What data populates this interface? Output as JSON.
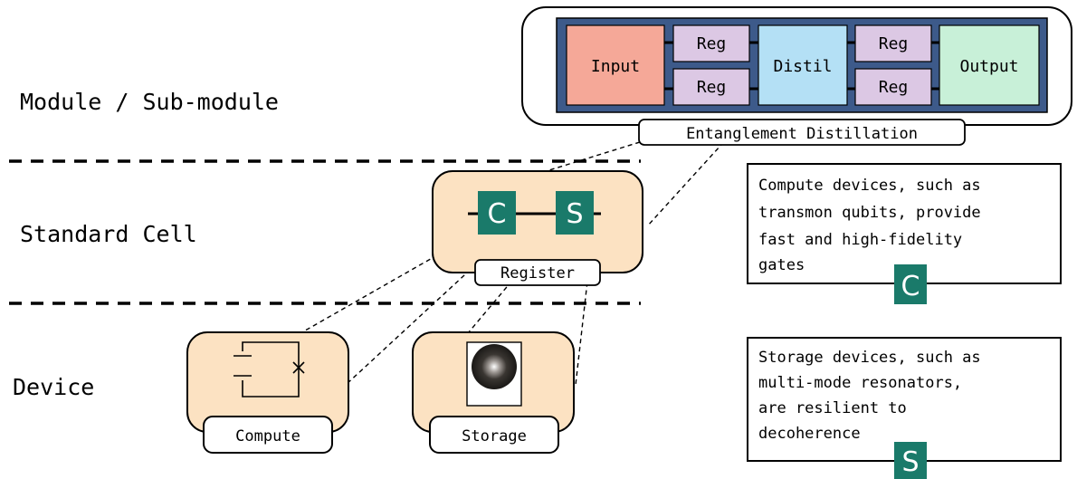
{
  "levels": {
    "module": "Module / Sub-module",
    "cell": "Standard Cell",
    "device": "Device"
  },
  "module": {
    "input": "Input",
    "reg_top_left": "Reg",
    "reg_bottom_left": "Reg",
    "distil": "Distil",
    "reg_top_right": "Reg",
    "reg_bottom_right": "Reg",
    "output": "Output",
    "caption": "Entanglement Distillation"
  },
  "cell": {
    "compute_badge": "C",
    "storage_badge": "S",
    "caption": "Register"
  },
  "devices": {
    "compute_caption": "Compute",
    "storage_caption": "Storage"
  },
  "notes": {
    "compute": {
      "lines": [
        "Compute devices, such as",
        "transmon qubits, provide",
        "fast and high-fidelity",
        "gates"
      ],
      "badge": "C"
    },
    "storage": {
      "lines": [
        "Storage devices, such as",
        "multi-mode resonators,",
        "are resilient to",
        "decoherence"
      ],
      "badge": "S"
    }
  },
  "colors": {
    "frame_blue": "#3d5a8a",
    "input_fill": "#f5a898",
    "reg_fill": "#dcc8e4",
    "distil_fill": "#b4e0f5",
    "output_fill": "#c8f0d8",
    "cell_fill": "#fce2c2",
    "badge_teal": "#1a7a6a"
  }
}
